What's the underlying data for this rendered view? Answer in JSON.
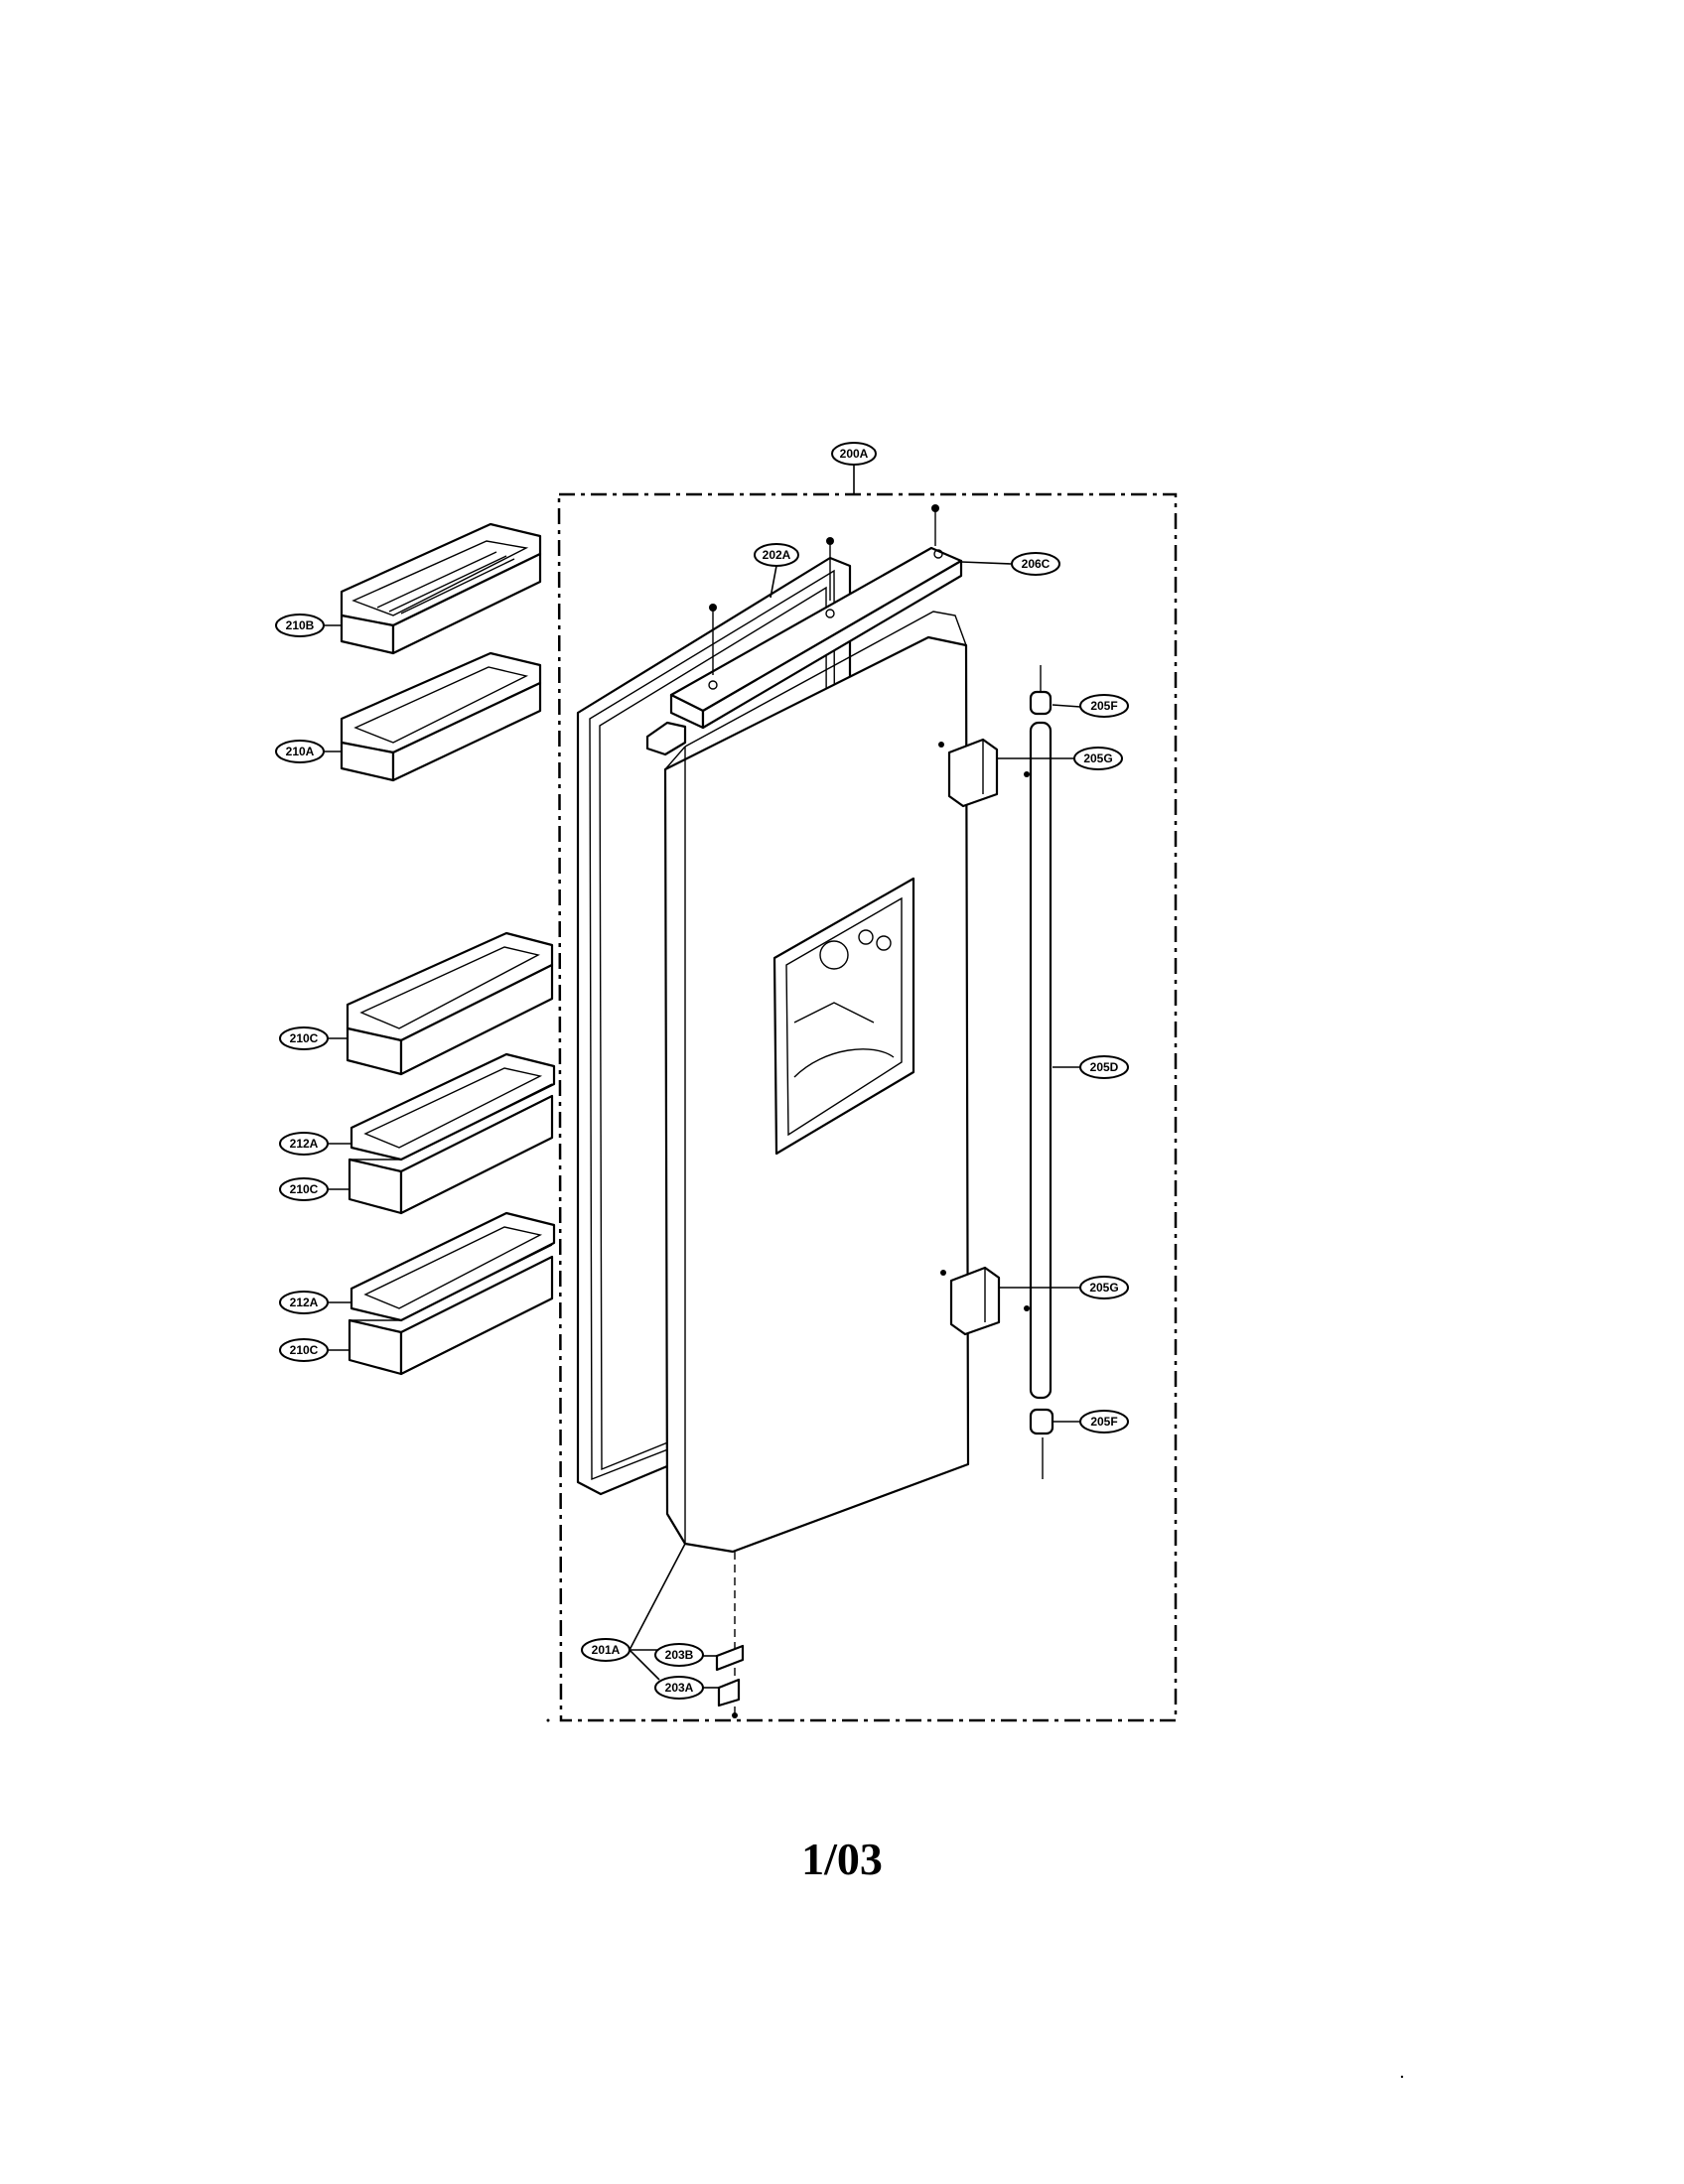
{
  "callouts": {
    "c200A": "200A",
    "c202A": "202A",
    "c206C": "206C",
    "c205F_top": "205F",
    "c205G_top": "205G",
    "c205D": "205D",
    "c205G_bottom": "205G",
    "c205F_bottom": "205F",
    "c210B": "210B",
    "c210A": "210A",
    "c210C_1": "210C",
    "c212A_1": "212A",
    "c210C_2": "210C",
    "c212A_2": "212A",
    "c210C_3": "210C",
    "c201A": "201A",
    "c203B": "203B",
    "c203A": "203A"
  },
  "footer": {
    "date_code": "1/03"
  }
}
